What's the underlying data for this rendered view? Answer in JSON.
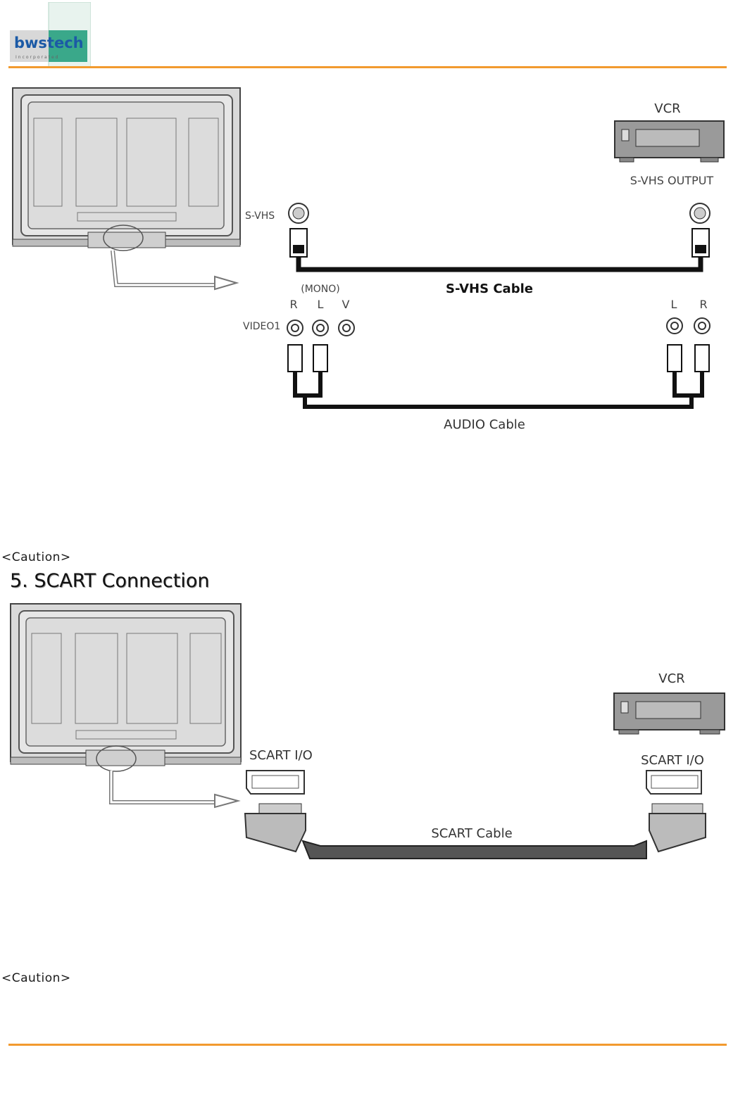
{
  "logo": {
    "text": "bwstech",
    "tagline": "Incorporated"
  },
  "svhs_diagram": {
    "vcr_label": "VCR",
    "svhs_output_label": "S-VHS OUTPUT",
    "svhs_input_label": "S-VHS",
    "cable_label": "S-VHS  Cable",
    "mono_label": "(MONO)",
    "left_jacks": [
      "R",
      "L",
      "V"
    ],
    "right_jacks": [
      "L",
      "R"
    ],
    "video1_label": "VIDEO1",
    "audio_cable_label": "AUDIO Cable"
  },
  "caution_1": "<Caution>",
  "section_heading": "5. SCART Connection",
  "scart_diagram": {
    "vcr_label": "VCR",
    "tv_port_label": "SCART I/O",
    "vcr_port_label": "SCART I/O",
    "cable_label": "SCART Cable"
  },
  "caution_2": "<Caution>",
  "colors": {
    "accent_rule": "#f29a2e",
    "logo_green": "#3aa88a",
    "logo_blue": "#1b5aa6"
  }
}
